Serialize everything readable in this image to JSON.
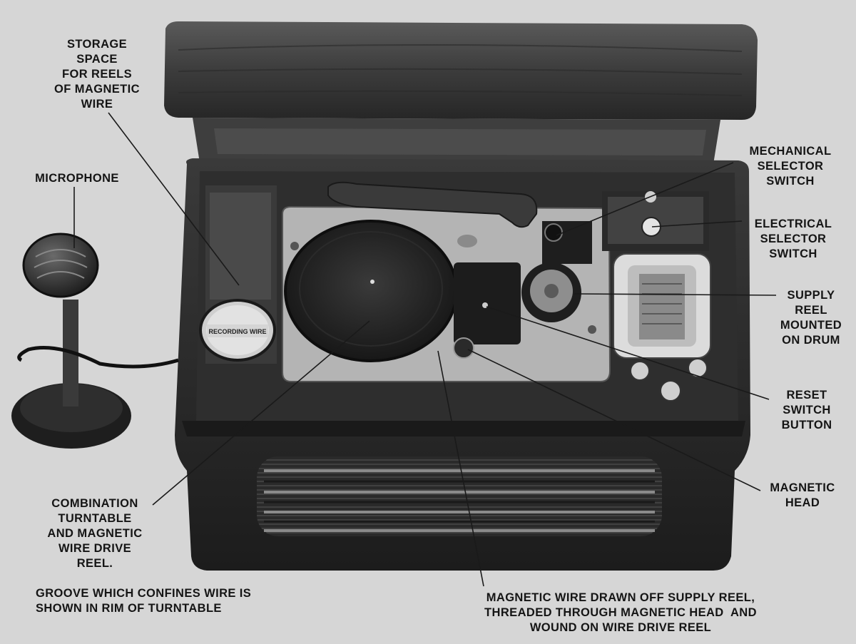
{
  "labels": {
    "storage_space": "STORAGE\nSPACE\nFOR REELS\nOF MAGNETIC\nWIRE",
    "microphone": "MICROPHONE",
    "mechanical_selector_switch": "MECHANICAL\nSELECTOR\nSWITCH",
    "electrical_selector_switch": "ELECTRICAL\nSELECTOR\nSWITCH",
    "supply_reel": "SUPPLY\nREEL\nMOUNTED\nON DRUM",
    "reset_switch_button": "RESET\nSWITCH\nBUTTON",
    "magnetic_head": "MAGNETIC\nHEAD",
    "combination_turntable": "COMBINATION\nTURNTABLE\nAND MAGNETIC\nWIRE DRIVE\nREEL.",
    "groove_note": "GROOVE WHICH CONFINES WIRE IS\nSHOWN IN RIM OF TURNTABLE",
    "wire_path": "MAGNETIC WIRE DRAWN OFF SUPPLY REEL,\nTHREADED THROUGH MAGNETIC HEAD  AND\nWOUND ON WIRE DRIVE REEL"
  },
  "reel_label": "RECORDING WIRE",
  "colors": {
    "background": "#d6d6d6",
    "wood_dark": "#2c2c2c",
    "wood_lid": "#4a4a4a",
    "deck_plate": "#b8b8b8",
    "leader_line": "#1a1a1a"
  }
}
